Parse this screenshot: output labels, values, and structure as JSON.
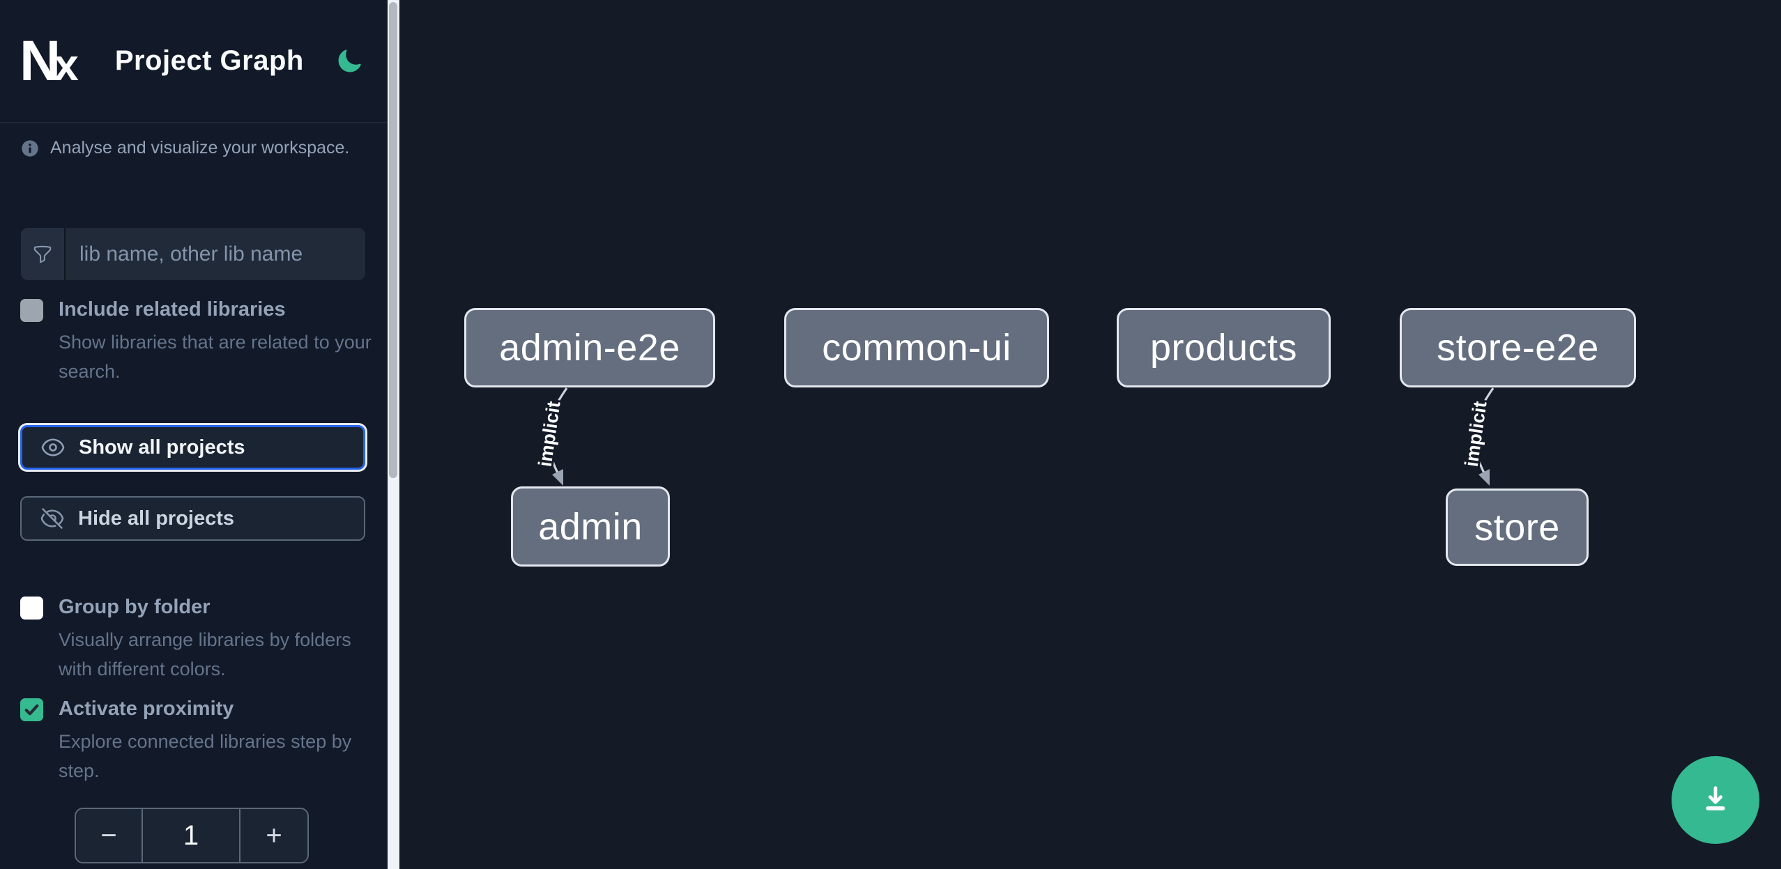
{
  "header": {
    "logo_text": "Nx",
    "title": "Project Graph",
    "theme_toggle_icon": "moon-icon"
  },
  "sidebar": {
    "intro_text": "Analyse and visualize your workspace.",
    "search": {
      "placeholder": "lib name, other lib name",
      "icon": "funnel-icon"
    },
    "include_related": {
      "label": "Include related libraries",
      "description": "Show libraries that are related to your search.",
      "checked": false
    },
    "show_all_button": {
      "label": "Show all projects",
      "icon": "eye-icon",
      "focused": true
    },
    "hide_all_button": {
      "label": "Hide all projects",
      "icon": "eye-slash-icon"
    },
    "group_by_folder": {
      "label": "Group by folder",
      "description": "Visually arrange libraries by folders with different colors.",
      "checked": false
    },
    "activate_proximity": {
      "label": "Activate proximity",
      "description": "Explore connected libraries step by step.",
      "checked": true
    },
    "proximity_stepper": {
      "decrement_label": "−",
      "value": "1",
      "increment_label": "+"
    }
  },
  "graph": {
    "nodes": [
      {
        "id": "admin-e2e",
        "label": "admin-e2e"
      },
      {
        "id": "common-ui",
        "label": "common-ui"
      },
      {
        "id": "products",
        "label": "products"
      },
      {
        "id": "store-e2e",
        "label": "store-e2e"
      },
      {
        "id": "admin",
        "label": "admin"
      },
      {
        "id": "store",
        "label": "store"
      }
    ],
    "edges": [
      {
        "from": "admin-e2e",
        "to": "admin",
        "label": "implicit"
      },
      {
        "from": "store-e2e",
        "to": "store",
        "label": "implicit"
      }
    ]
  },
  "fab": {
    "icon": "download-icon"
  },
  "colors": {
    "accent_green": "#35b991",
    "focus_blue": "#2563eb",
    "sidebar_bg": "#121928",
    "canvas_bg": "#141a26",
    "node_fill": "#646e7e",
    "node_border": "#e4e8ee",
    "muted_text": "#94a3b8",
    "faint_text": "#64748b"
  }
}
